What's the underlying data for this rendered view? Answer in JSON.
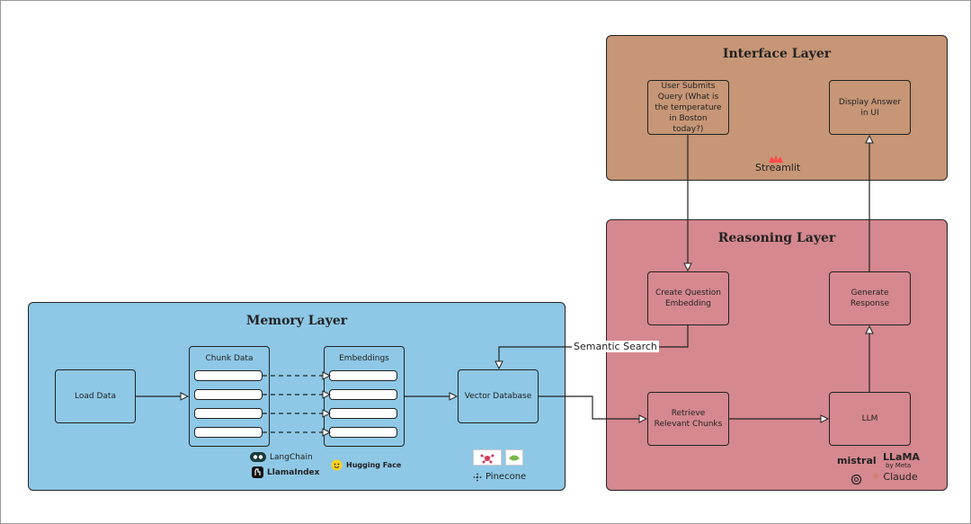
{
  "layers": {
    "memory": {
      "title": "Memory Layer"
    },
    "interface": {
      "title": "Interface Layer"
    },
    "reasoning": {
      "title": "Reasoning Layer"
    }
  },
  "nodes": {
    "load_data": "Load Data",
    "chunk_data": "Chunk Data",
    "embeddings": "Embeddings",
    "vector_db": "Vector Database",
    "user_query": "User Submits Query (What is the temperature in Boston today?)",
    "display_answer": "Display Answer in UI",
    "create_embedding": "Create Question Embedding",
    "generate_response": "Generate Response",
    "retrieve_chunks": "Retrieve Relevant Chunks",
    "llm": "LLM"
  },
  "edge_labels": {
    "semantic_search": "Semantic Search"
  },
  "logos": {
    "langchain": "LangChain",
    "llamaindex": "LlamaIndex",
    "huggingface": "Hugging Face",
    "pinecone": "Pinecone",
    "streamlit": "Streamlit",
    "mistral": "mistral",
    "llama": "LLaMA",
    "meta": "by Meta",
    "claude": "Claude"
  },
  "colors": {
    "memory_layer": "#8ec8e6",
    "interface_layer": "#c69676",
    "reasoning_layer": "#d5888f",
    "streamlit": "#ff4b4b",
    "huggingface": "#ffd21e",
    "claude": "#d97757"
  }
}
